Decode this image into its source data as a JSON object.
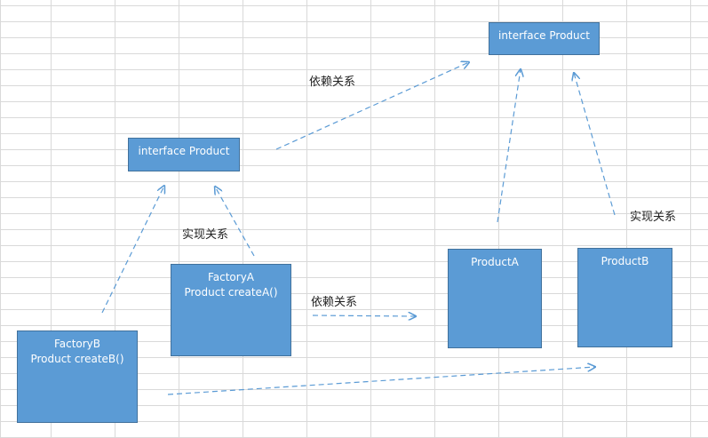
{
  "boxes": {
    "interface_top": {
      "lines": [
        "interface Product"
      ]
    },
    "interface_left": {
      "lines": [
        "interface Product"
      ]
    },
    "factory_a": {
      "lines": [
        "FactoryA",
        "Product createA()"
      ]
    },
    "factory_b": {
      "lines": [
        "FactoryB",
        "Product createB()"
      ]
    },
    "product_a": {
      "lines": [
        "ProductA"
      ]
    },
    "product_b": {
      "lines": [
        "ProductB"
      ]
    }
  },
  "labels": {
    "dependency_top": "依赖关系",
    "dependency_mid": "依赖关系",
    "implements_left": "实现关系",
    "implements_right": "实现关系"
  },
  "colors": {
    "box_fill": "#5b9bd5",
    "box_border": "#41719c",
    "arrow": "#5b9bd5",
    "grid": "#d9d9d9"
  }
}
